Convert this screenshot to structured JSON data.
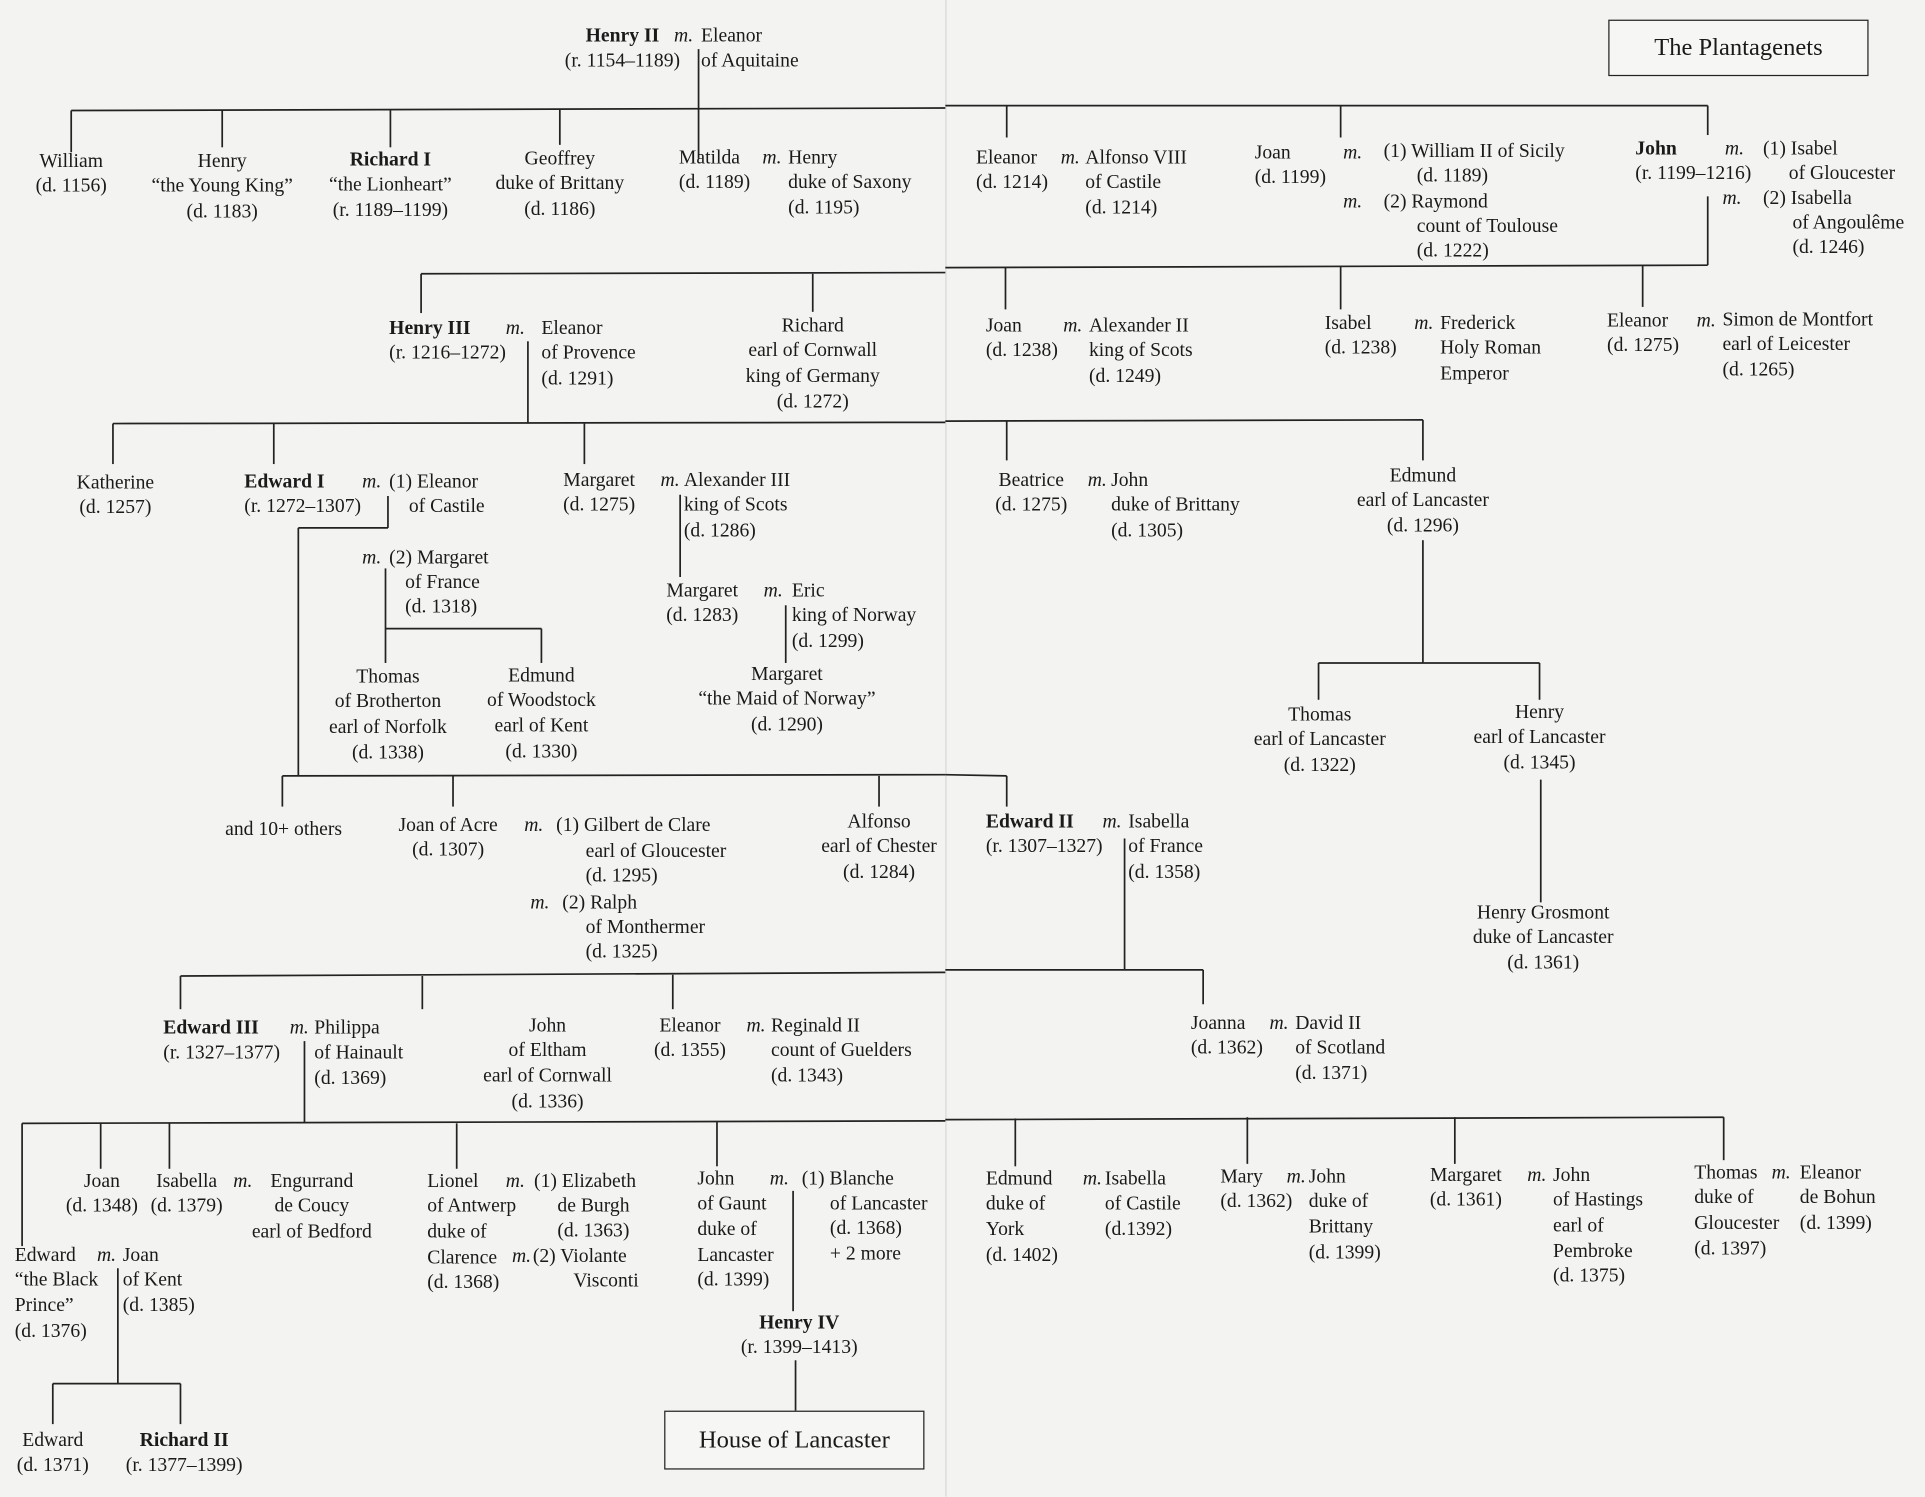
{
  "title": "The Plantagenets",
  "footer_box": "House of Lancaster",
  "marriage_marker": "m.",
  "blocks": [
    {
      "id": "henry-ii",
      "lines": [
        "Henry II",
        "(r. 1154–1189)"
      ],
      "bold": true
    },
    {
      "id": "eleanor-of-aquitaine",
      "lines": [
        "Eleanor",
        "of Aquitaine"
      ]
    },
    {
      "id": "william",
      "lines": [
        "William",
        "(d. 1156)"
      ]
    },
    {
      "id": "henry-young-king",
      "lines": [
        "Henry",
        "“the Young King”",
        "(d. 1183)"
      ]
    },
    {
      "id": "richard-i",
      "lines": [
        "Richard I",
        "“the Lionheart”",
        "(r. 1189–1199)"
      ],
      "bold": true
    },
    {
      "id": "geoffrey",
      "lines": [
        "Geoffrey",
        "duke of Brittany",
        "(d. 1186)"
      ]
    },
    {
      "id": "matilda",
      "lines": [
        "Matilda",
        "(d. 1189)"
      ]
    },
    {
      "id": "henry-saxony",
      "lines": [
        "Henry",
        "duke of Saxony",
        "(d. 1195)"
      ]
    },
    {
      "id": "eleanor-castile-1214",
      "lines": [
        "Eleanor",
        "(d. 1214)"
      ]
    },
    {
      "id": "alfonso-viii",
      "lines": [
        "Alfonso VIII",
        "of Castile",
        "(d. 1214)"
      ]
    },
    {
      "id": "joan-1199",
      "lines": [
        "Joan",
        "(d. 1199)"
      ]
    },
    {
      "id": "william-ii-sicily",
      "lines": [
        "(1) William II of Sicily"
      ]
    },
    {
      "id": "william-ii-sicily-death",
      "lines": [
        "(d. 1189)"
      ]
    },
    {
      "id": "raymond",
      "lines": [
        "(2) Raymond"
      ]
    },
    {
      "id": "raymond-detail",
      "lines": [
        "count of Toulouse",
        "(d. 1222)"
      ]
    },
    {
      "id": "john",
      "lines": [
        "John",
        "(r. 1199–1216)"
      ],
      "bold": true
    },
    {
      "id": "isabel-gloucester",
      "lines": [
        "(1) Isabel"
      ]
    },
    {
      "id": "isabel-gloucester-detail",
      "lines": [
        "of Gloucester"
      ]
    },
    {
      "id": "isabella-angouleme",
      "lines": [
        "(2) Isabella"
      ]
    },
    {
      "id": "isabella-angouleme-detail",
      "lines": [
        "of Angoulême",
        "(d. 1246)"
      ]
    },
    {
      "id": "henry-iii",
      "lines": [
        "Henry III",
        "(r. 1216–1272)"
      ],
      "bold": true
    },
    {
      "id": "eleanor-provence",
      "lines": [
        "Eleanor",
        "of Provence",
        "(d. 1291)"
      ]
    },
    {
      "id": "richard-cornwall",
      "lines": [
        "Richard",
        "earl of Cornwall",
        "king of Germany",
        "(d. 1272)"
      ]
    },
    {
      "id": "joan-1238",
      "lines": [
        "Joan",
        "(d. 1238)"
      ]
    },
    {
      "id": "alexander-ii",
      "lines": [
        "Alexander II",
        "king of Scots",
        "(d. 1249)"
      ]
    },
    {
      "id": "isabel-1238",
      "lines": [
        "Isabel",
        "(d. 1238)"
      ]
    },
    {
      "id": "frederick",
      "lines": [
        "Frederick",
        "Holy Roman",
        "Emperor"
      ]
    },
    {
      "id": "eleanor-1275-montfort",
      "lines": [
        "Eleanor",
        "(d. 1275)"
      ]
    },
    {
      "id": "simon-de-montfort",
      "lines": [
        "Simon de Montfort",
        "earl of Leicester",
        "(d. 1265)"
      ]
    },
    {
      "id": "katherine",
      "lines": [
        "Katherine",
        "(d. 1257)"
      ]
    },
    {
      "id": "edward-i",
      "lines": [
        "Edward I",
        "(r. 1272–1307)"
      ],
      "bold": true
    },
    {
      "id": "eleanor-of-castile",
      "lines": [
        "(1) Eleanor"
      ]
    },
    {
      "id": "eleanor-of-castile-detail",
      "lines": [
        "of Castile"
      ]
    },
    {
      "id": "margaret-of-france",
      "lines": [
        "(2) Margaret"
      ]
    },
    {
      "id": "margaret-of-france-detail",
      "lines": [
        "of France",
        "(d. 1318)"
      ]
    },
    {
      "id": "thomas-brotherton",
      "lines": [
        "Thomas",
        "of Brotherton",
        "earl of Norfolk",
        "(d. 1338)"
      ]
    },
    {
      "id": "edmund-woodstock",
      "lines": [
        "Edmund",
        "of Woodstock",
        "earl of Kent",
        "(d. 1330)"
      ]
    },
    {
      "id": "margaret-1275",
      "lines": [
        "Margaret",
        "(d. 1275)"
      ]
    },
    {
      "id": "alexander-iii",
      "lines": [
        "Alexander III",
        "king of Scots",
        "(d. 1286)"
      ]
    },
    {
      "id": "margaret-1283",
      "lines": [
        "Margaret",
        "(d. 1283)"
      ]
    },
    {
      "id": "eric-norway",
      "lines": [
        "Eric",
        "king of Norway",
        "(d. 1299)"
      ]
    },
    {
      "id": "maid-of-norway",
      "lines": [
        "Margaret",
        "“the Maid of Norway”",
        "(d. 1290)"
      ]
    },
    {
      "id": "beatrice",
      "lines": [
        "Beatrice",
        "(d. 1275)"
      ]
    },
    {
      "id": "john-brittany",
      "lines": [
        "John",
        "duke of Brittany",
        "(d. 1305)"
      ]
    },
    {
      "id": "edmund-lancaster",
      "lines": [
        "Edmund",
        "earl of Lancaster",
        "(d. 1296)"
      ]
    },
    {
      "id": "thomas-lancaster",
      "lines": [
        "Thomas",
        "earl of Lancaster",
        "(d. 1322)"
      ]
    },
    {
      "id": "henry-lancaster",
      "lines": [
        "Henry",
        "earl of Lancaster",
        "(d. 1345)"
      ]
    },
    {
      "id": "henry-grosmont",
      "lines": [
        "Henry Grosmont",
        "duke of Lancaster",
        "(d. 1361)"
      ]
    },
    {
      "id": "others",
      "lines": [
        "and 10+ others"
      ]
    },
    {
      "id": "joan-of-acre",
      "lines": [
        "Joan of Acre",
        "(d. 1307)"
      ]
    },
    {
      "id": "gilbert-de-clare",
      "lines": [
        "(1) Gilbert de Clare"
      ]
    },
    {
      "id": "gilbert-de-clare-detail",
      "lines": [
        "earl of Gloucester",
        "(d. 1295)"
      ]
    },
    {
      "id": "ralph",
      "lines": [
        "(2) Ralph"
      ]
    },
    {
      "id": "ralph-detail",
      "lines": [
        "of Monthermer",
        "(d. 1325)"
      ]
    },
    {
      "id": "alfonso-chester",
      "lines": [
        "Alfonso",
        "earl of Chester",
        "(d. 1284)"
      ]
    },
    {
      "id": "edward-ii",
      "lines": [
        "Edward II",
        "(r. 1307–1327)"
      ],
      "bold": true
    },
    {
      "id": "isabella-of-france",
      "lines": [
        "Isabella",
        "of France",
        "(d. 1358)"
      ]
    },
    {
      "id": "edward-iii",
      "lines": [
        "Edward III",
        "(r. 1327–1377)"
      ],
      "bold": true
    },
    {
      "id": "philippa",
      "lines": [
        "Philippa",
        "of Hainault",
        "(d. 1369)"
      ]
    },
    {
      "id": "john-eltham",
      "lines": [
        "John",
        "of Eltham",
        "earl of Cornwall",
        "(d. 1336)"
      ]
    },
    {
      "id": "eleanor-1355",
      "lines": [
        "Eleanor",
        "(d. 1355)"
      ]
    },
    {
      "id": "reginald-ii",
      "lines": [
        "Reginald II",
        "count of Guelders",
        "(d. 1343)"
      ]
    },
    {
      "id": "joanna",
      "lines": [
        "Joanna",
        "(d. 1362)"
      ]
    },
    {
      "id": "david-ii",
      "lines": [
        "David II",
        "of Scotland",
        "(d. 1371)"
      ]
    },
    {
      "id": "joan-1348",
      "lines": [
        "Joan",
        "(d. 1348)"
      ]
    },
    {
      "id": "isabella-1379",
      "lines": [
        "Isabella",
        "(d. 1379)"
      ]
    },
    {
      "id": "engurrand",
      "lines": [
        "Engurrand",
        "de Coucy",
        "earl of Bedford"
      ]
    },
    {
      "id": "black-prince",
      "lines": [
        "Edward",
        "“the Black",
        "Prince”",
        "(d. 1376)"
      ]
    },
    {
      "id": "joan-of-kent",
      "lines": [
        "Joan",
        "of Kent",
        "(d. 1385)"
      ]
    },
    {
      "id": "edward-1371",
      "lines": [
        "Edward",
        "(d. 1371)"
      ]
    },
    {
      "id": "richard-ii",
      "lines": [
        "Richard II",
        "(r. 1377–1399)"
      ],
      "bold": true
    },
    {
      "id": "lionel",
      "lines": [
        "Lionel",
        "of Antwerp",
        "duke of",
        "Clarence",
        "(d. 1368)"
      ]
    },
    {
      "id": "elizabeth-de-burgh",
      "lines": [
        "(1) Elizabeth"
      ]
    },
    {
      "id": "elizabeth-de-burgh-detail",
      "lines": [
        "de Burgh",
        "(d. 1363)"
      ]
    },
    {
      "id": "violante",
      "lines": [
        "(2) Violante"
      ]
    },
    {
      "id": "violante-detail",
      "lines": [
        "Visconti"
      ]
    },
    {
      "id": "john-of-gaunt",
      "lines": [
        "John",
        "of Gaunt",
        "duke of",
        "Lancaster",
        "(d. 1399)"
      ]
    },
    {
      "id": "blanche",
      "lines": [
        "(1) Blanche"
      ]
    },
    {
      "id": "blanche-detail",
      "lines": [
        "of Lancaster",
        "(d. 1368)",
        "+ 2 more"
      ]
    },
    {
      "id": "henry-iv",
      "lines": [
        "Henry IV",
        "(r. 1399–1413)"
      ],
      "bold": true
    },
    {
      "id": "edmund-york",
      "lines": [
        "Edmund",
        "duke of",
        "York",
        "(d. 1402)"
      ]
    },
    {
      "id": "isabella-castile",
      "lines": [
        "Isabella",
        "of Castile",
        "(d.1392)"
      ]
    },
    {
      "id": "mary",
      "lines": [
        "Mary",
        "(d. 1362)"
      ]
    },
    {
      "id": "john-brittany-1399",
      "lines": [
        "John",
        "duke of",
        "Brittany",
        "(d. 1399)"
      ]
    },
    {
      "id": "margaret-1361",
      "lines": [
        "Margaret",
        "(d. 1361)"
      ]
    },
    {
      "id": "john-hastings",
      "lines": [
        "John",
        "of Hastings",
        "earl of",
        "Pembroke",
        "(d. 1375)"
      ]
    },
    {
      "id": "thomas-gloucester",
      "lines": [
        "Thomas",
        "duke of",
        "Gloucester",
        "(d. 1397)"
      ]
    },
    {
      "id": "eleanor-de-bohun",
      "lines": [
        "Eleanor",
        "de Bohun",
        "(d. 1399)"
      ]
    }
  ]
}
